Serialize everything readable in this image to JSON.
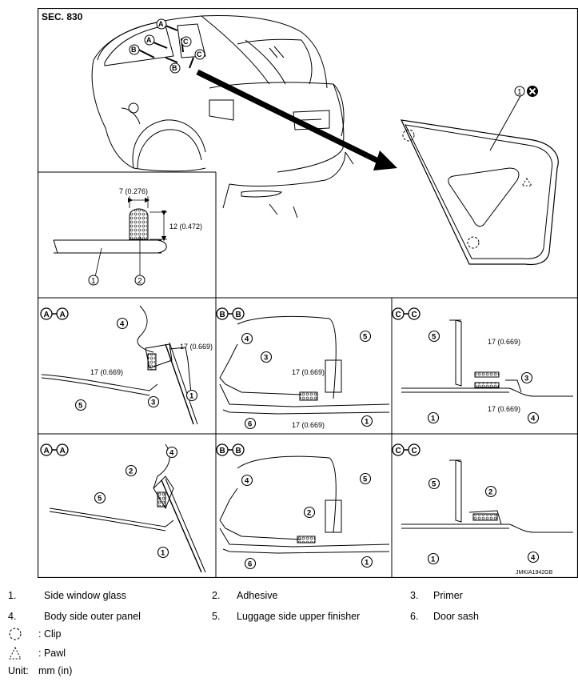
{
  "diagram": {
    "section_label": "SEC. 830",
    "image_code": "JMKIA1942GB",
    "callouts": {
      "glass_no_reuse": "1",
      "dim_left_num": "1",
      "dim_right_num": "2"
    },
    "dimensions": {
      "width": "7 (0.276)",
      "height": "12 (0.472)",
      "d17": "17 (0.669)"
    },
    "section_views": [
      {
        "letter": "A",
        "id": "a1"
      },
      {
        "letter": "B",
        "id": "b1"
      },
      {
        "letter": "C",
        "id": "c1"
      },
      {
        "letter": "A",
        "id": "a2"
      },
      {
        "letter": "B",
        "id": "b2"
      },
      {
        "letter": "C",
        "id": "c2"
      }
    ]
  },
  "legend": {
    "items": [
      {
        "num": "1.",
        "text": "Side window glass"
      },
      {
        "num": "2.",
        "text": "Adhesive"
      },
      {
        "num": "3.",
        "text": "Primer"
      },
      {
        "num": "4.",
        "text": "Body side outer panel"
      },
      {
        "num": "5.",
        "text": "Luggage side upper finisher"
      },
      {
        "num": "6.",
        "text": "Door sash"
      }
    ],
    "clip_label": ": Clip",
    "pawl_label": ": Pawl",
    "unit_label": "Unit:",
    "unit_value": "mm (in)"
  }
}
